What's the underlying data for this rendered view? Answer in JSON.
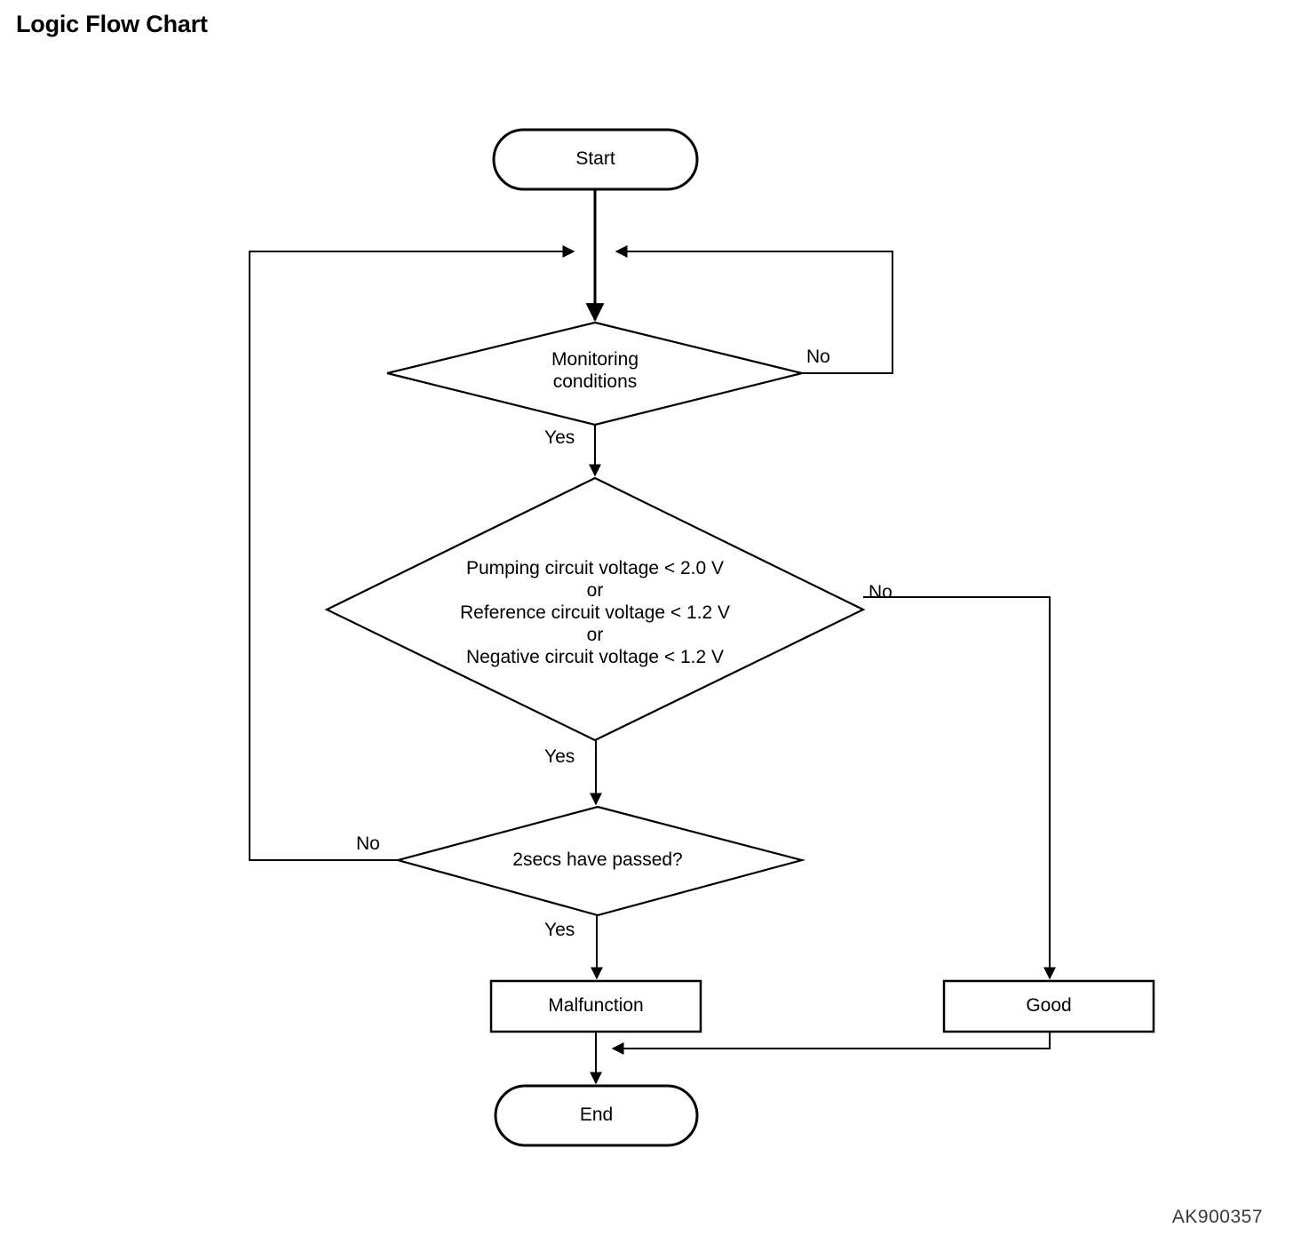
{
  "page": {
    "title": "Logic Flow Chart",
    "footer_code": "AK900357",
    "line_color": "#000000",
    "text_color": "#000000",
    "background": "#ffffff"
  },
  "chart_data": {
    "type": "diagram",
    "subtype": "flowchart",
    "title": "Logic Flow Chart",
    "nodes": [
      {
        "id": "start",
        "shape": "terminator",
        "label": "Start"
      },
      {
        "id": "monitoring",
        "shape": "decision",
        "label": "Monitoring\nconditions"
      },
      {
        "id": "voltage",
        "shape": "decision",
        "label": "Pumping circuit voltage < 2.0 V\nor\nReference circuit voltage < 1.2 V\nor\nNegative circuit voltage < 1.2 V"
      },
      {
        "id": "timer",
        "shape": "decision",
        "label": "2secs have passed?"
      },
      {
        "id": "malfunction",
        "shape": "process",
        "label": "Malfunction"
      },
      {
        "id": "good",
        "shape": "process",
        "label": "Good"
      },
      {
        "id": "end",
        "shape": "terminator",
        "label": "End"
      }
    ],
    "edges": [
      {
        "from": "start",
        "to": "monitoring",
        "label": ""
      },
      {
        "from": "monitoring",
        "to": "monitoring-loop",
        "label": "No"
      },
      {
        "from": "monitoring",
        "to": "voltage",
        "label": "Yes"
      },
      {
        "from": "voltage",
        "to": "good",
        "label": "No"
      },
      {
        "from": "voltage",
        "to": "timer",
        "label": "Yes"
      },
      {
        "from": "timer",
        "to": "monitoring-loop",
        "label": "No"
      },
      {
        "from": "timer",
        "to": "malfunction",
        "label": "Yes"
      },
      {
        "from": "malfunction",
        "to": "end",
        "label": ""
      },
      {
        "from": "good",
        "to": "end",
        "label": ""
      }
    ]
  },
  "labels": {
    "start": "Start",
    "monitoring_line1": "Monitoring",
    "monitoring_line2": "conditions",
    "voltage_line1": "Pumping circuit voltage < 2.0 V",
    "voltage_line2": "or",
    "voltage_line3": "Reference circuit voltage < 1.2 V",
    "voltage_line4": "or",
    "voltage_line5": "Negative circuit voltage < 1.2 V",
    "timer": "2secs have passed?",
    "malfunction": "Malfunction",
    "good": "Good",
    "end": "End",
    "monitoring_no": "No",
    "monitoring_yes": "Yes",
    "voltage_no": "No",
    "voltage_yes": "Yes",
    "timer_no": "No",
    "timer_yes": "Yes"
  }
}
